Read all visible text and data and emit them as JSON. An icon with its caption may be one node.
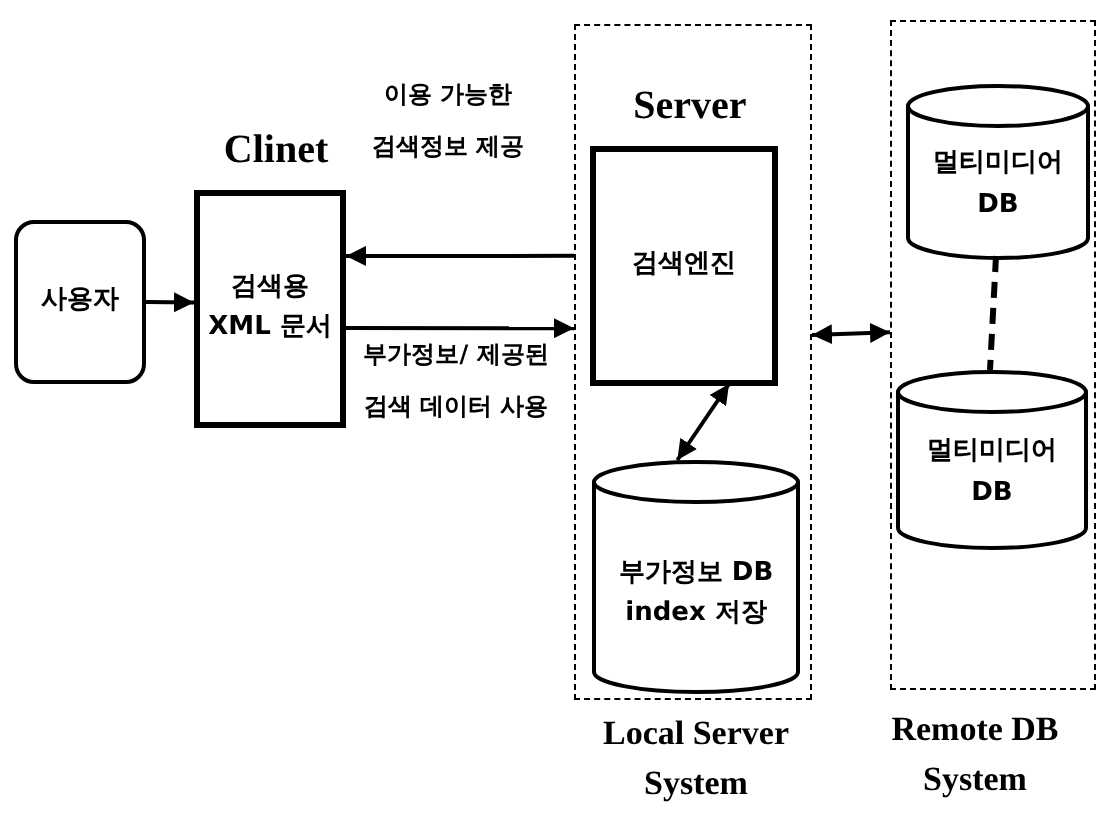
{
  "diagram": {
    "nodes": [
      {
        "text": [
          "사용자"
        ]
      },
      {
        "text": [
          "Clinet",
          "검색용 XML 문서"
        ]
      },
      {
        "text": [
          "Local Server System"
        ]
      },
      {
        "text": [
          "Server",
          "검색엔진"
        ],
        "in": 2
      },
      {
        "text": [
          "부가정보 DB index 저장"
        ],
        "in": 2
      },
      {
        "text": [
          "Remote DB System"
        ]
      },
      {
        "text": [
          "멀티미디어 DB"
        ],
        "in": 5
      },
      {
        "text": [
          "멀티미디어 DB"
        ],
        "in": 5
      }
    ],
    "edges": [
      {
        "from": 0,
        "to": 1,
        "arrow": "to"
      },
      {
        "from": 2,
        "to": 1,
        "arrow": "to",
        "label": "이용 가능한 검색정보 제공"
      },
      {
        "from": 1,
        "to": 2,
        "arrow": "to",
        "label": "부가정보/ 제공된 검색 데이터 사용"
      },
      {
        "from": 3,
        "to": 4,
        "arrow": "both"
      },
      {
        "from": 2,
        "to": 5,
        "arrow": "both"
      },
      {
        "from": 6,
        "to": 7,
        "arrow": "none",
        "style": "dashed"
      }
    ]
  }
}
